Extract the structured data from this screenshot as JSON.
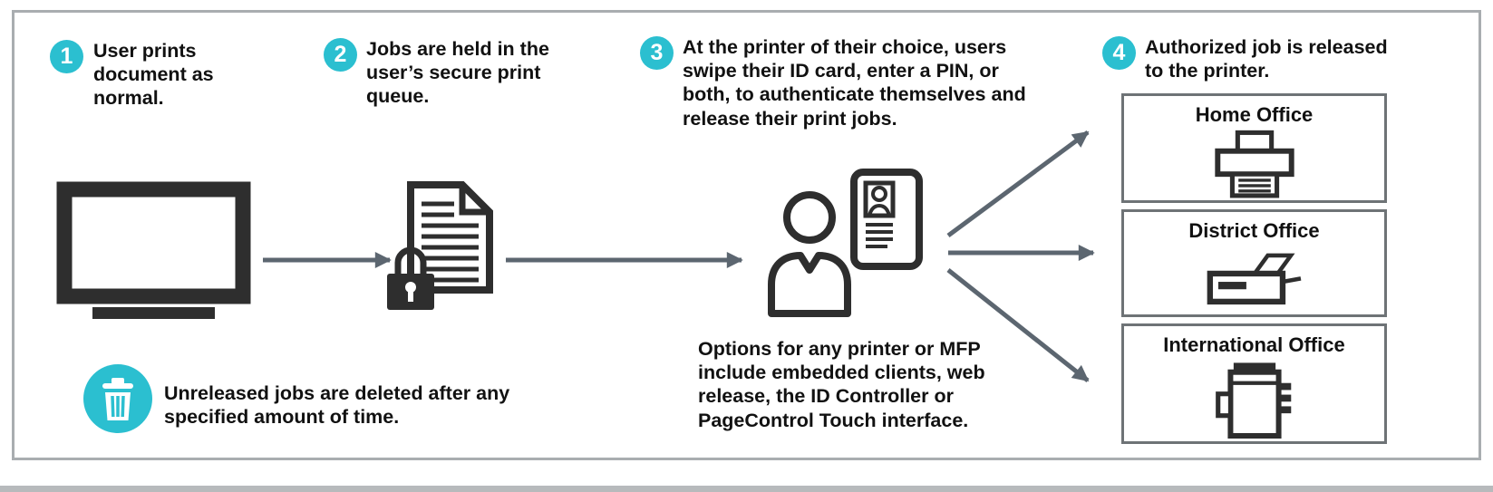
{
  "colors": {
    "accent_teal": "#2BBFD0",
    "icon_ink": "#2E2E2E",
    "arrow_gray": "#5C6670",
    "frame_border": "#A9ADB0",
    "box_border": "#6E7376"
  },
  "steps": [
    {
      "number": "1",
      "text": "User prints document as normal."
    },
    {
      "number": "2",
      "text": "Jobs are held in the user’s secure print queue."
    },
    {
      "number": "3",
      "text": "At the printer of their choice, users swipe their ID card, enter a PIN, or both, to authenticate themselves and release their print jobs."
    },
    {
      "number": "4",
      "text": "Authorized job is released to the printer."
    }
  ],
  "notes": {
    "options": "Options for any printer or MFP include embedded clients, web release, the ID Controller or PageControl Touch interface.",
    "deletion": "Unreleased jobs are deleted after any specified amount of time."
  },
  "printers": [
    {
      "label": "Home Office"
    },
    {
      "label": "District Office"
    },
    {
      "label": "International Office"
    }
  ]
}
